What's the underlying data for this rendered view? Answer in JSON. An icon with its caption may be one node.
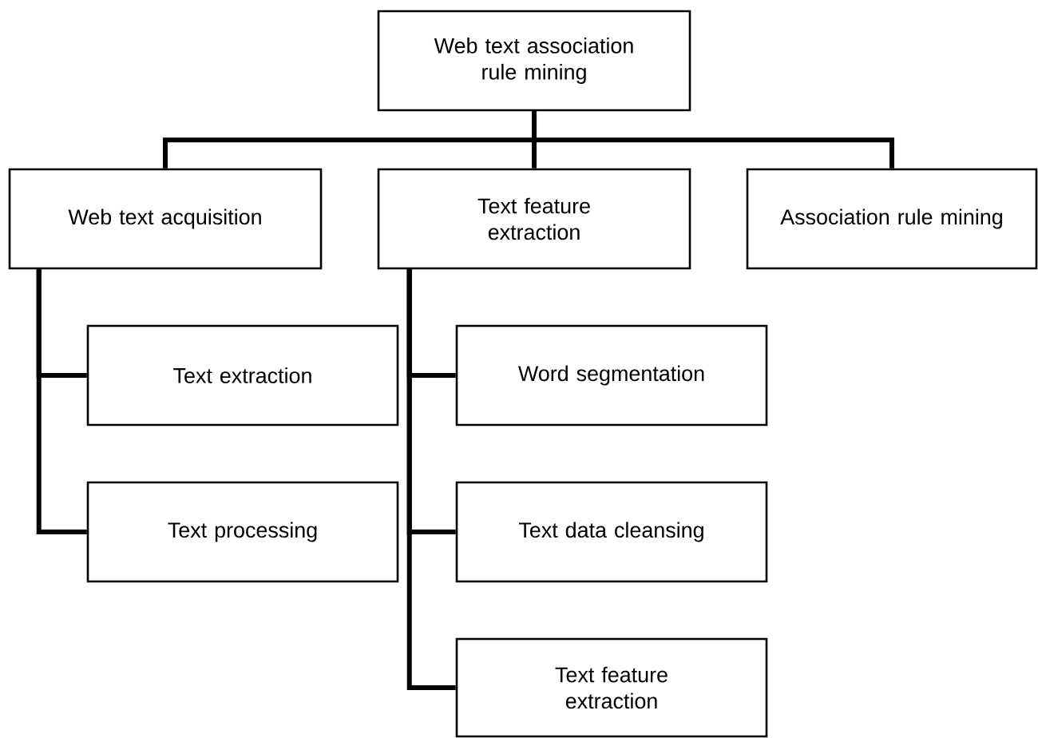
{
  "diagram": {
    "nodes": [
      {
        "text": [
          "Web text association rule mining"
        ]
      },
      {
        "text": [
          "Web text acquisition"
        ]
      },
      {
        "text": [
          "Text feature extraction"
        ]
      },
      {
        "text": [
          "Association rule mining"
        ]
      },
      {
        "text": [
          "Text extraction"
        ]
      },
      {
        "text": [
          "Text processing"
        ]
      },
      {
        "text": [
          "Word segmentation"
        ]
      },
      {
        "text": [
          "Text data cleansing"
        ]
      },
      {
        "text": [
          "Text feature extraction"
        ]
      }
    ],
    "edges": [
      {
        "from": 0,
        "to": 1,
        "arrow": "none"
      },
      {
        "from": 0,
        "to": 2,
        "arrow": "none"
      },
      {
        "from": 0,
        "to": 3,
        "arrow": "none"
      },
      {
        "from": 1,
        "to": 4,
        "arrow": "none"
      },
      {
        "from": 1,
        "to": 5,
        "arrow": "none"
      },
      {
        "from": 2,
        "to": 6,
        "arrow": "none"
      },
      {
        "from": 2,
        "to": 7,
        "arrow": "none"
      },
      {
        "from": 2,
        "to": 8,
        "arrow": "none"
      }
    ]
  }
}
